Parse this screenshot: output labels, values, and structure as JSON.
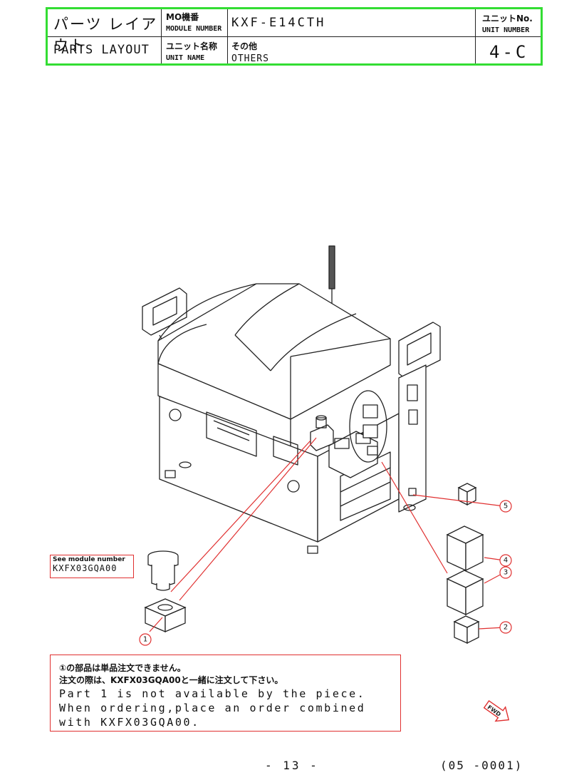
{
  "header": {
    "title_jp": "パーツ レイアウト",
    "title_en": "PARTS LAYOUT",
    "module_label_jp": "MO機番",
    "module_label_en": "MODULE NUMBER",
    "module_value": "KXF-E14CTH",
    "unit_label_jp": "ユニット名称",
    "unit_label_en": "UNIT NAME",
    "unit_value_jp": "その他",
    "unit_value_en": "OTHERS",
    "unit_no_label_jp": "ユニットNo.",
    "unit_no_label_en": "UNIT NUMBER",
    "unit_no_value": "4-C"
  },
  "callouts": [
    "1",
    "2",
    "3",
    "4",
    "5"
  ],
  "see_module": {
    "line1": "See module number",
    "line2": "KXFX03GQA00"
  },
  "notice": {
    "jp_line1": "①の部品は単品注文できません。",
    "jp_line2": "注文の際は、KXFX03GQA00と一緒に注文して下さい。",
    "en_line1": "Part 1 is not available by the piece.",
    "en_line2": "When ordering,place an order combined",
    "en_line3": "with KXFX03GQA00."
  },
  "nav_arrow_text": "FWD",
  "footer": {
    "page": "- 13 -",
    "code": "(05 -0001)"
  }
}
